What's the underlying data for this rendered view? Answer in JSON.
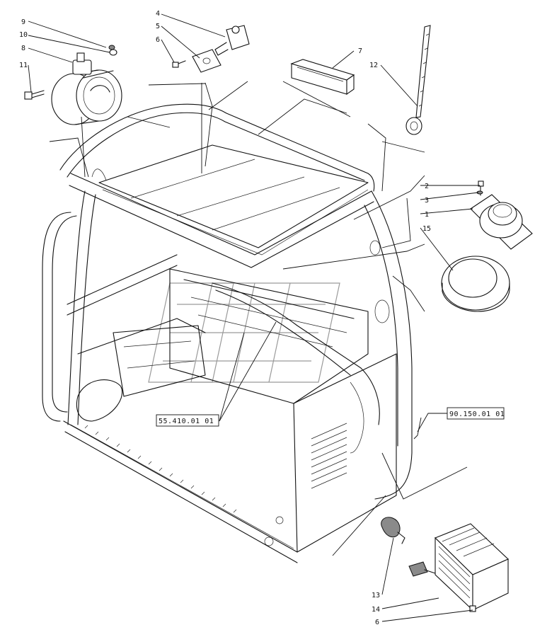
{
  "diagram": {
    "callouts": {
      "c9": "9",
      "c10": "10",
      "c8": "8",
      "c11": "11",
      "c4": "4",
      "c5": "5",
      "c6a": "6",
      "c7": "7",
      "c12": "12",
      "c2": "2",
      "c3": "3",
      "c1": "1",
      "c15": "15",
      "c13": "13",
      "c14": "14",
      "c6b": "6"
    },
    "references": {
      "ref_left": "55.410.01 01",
      "ref_right": "90.150.01 01"
    }
  }
}
